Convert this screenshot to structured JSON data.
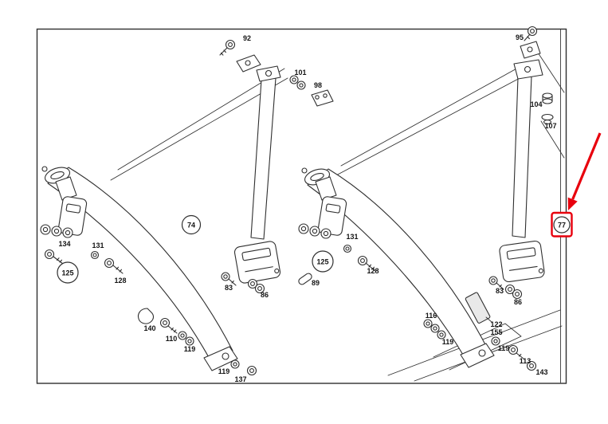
{
  "diagram": {
    "kind": "exploded-parts-diagram",
    "subject": "front seat belt assemblies",
    "ink_color": "#2f2f2f",
    "highlight_color": "#e8000d",
    "highlighted_part": "77",
    "annotation": {
      "arrow_target": "77"
    },
    "labels": [
      {
        "text": "92",
        "style": "plain"
      },
      {
        "text": "95",
        "style": "plain"
      },
      {
        "text": "101",
        "style": "plain"
      },
      {
        "text": "98",
        "style": "plain"
      },
      {
        "text": "104",
        "style": "plain"
      },
      {
        "text": "107",
        "style": "plain"
      },
      {
        "text": "74",
        "style": "circled"
      },
      {
        "text": "77",
        "style": "highlighted"
      },
      {
        "text": "134",
        "style": "plain"
      },
      {
        "text": "131",
        "style": "plain"
      },
      {
        "text": "125",
        "style": "circled"
      },
      {
        "text": "128",
        "style": "plain"
      },
      {
        "text": "83",
        "style": "plain"
      },
      {
        "text": "86",
        "style": "plain"
      },
      {
        "text": "89",
        "style": "plain"
      },
      {
        "text": "140",
        "style": "plain"
      },
      {
        "text": "110",
        "style": "plain"
      },
      {
        "text": "119",
        "style": "plain"
      },
      {
        "text": "119",
        "style": "plain"
      },
      {
        "text": "137",
        "style": "plain"
      },
      {
        "text": "131",
        "style": "plain"
      },
      {
        "text": "125",
        "style": "circled"
      },
      {
        "text": "128",
        "style": "plain"
      },
      {
        "text": "83",
        "style": "plain"
      },
      {
        "text": "86",
        "style": "plain"
      },
      {
        "text": "116",
        "style": "plain"
      },
      {
        "text": "119",
        "style": "plain"
      },
      {
        "text": "122",
        "style": "plain"
      },
      {
        "text": "155",
        "style": "plain"
      },
      {
        "text": "119",
        "style": "plain"
      },
      {
        "text": "113",
        "style": "plain"
      },
      {
        "text": "143",
        "style": "plain"
      }
    ]
  }
}
